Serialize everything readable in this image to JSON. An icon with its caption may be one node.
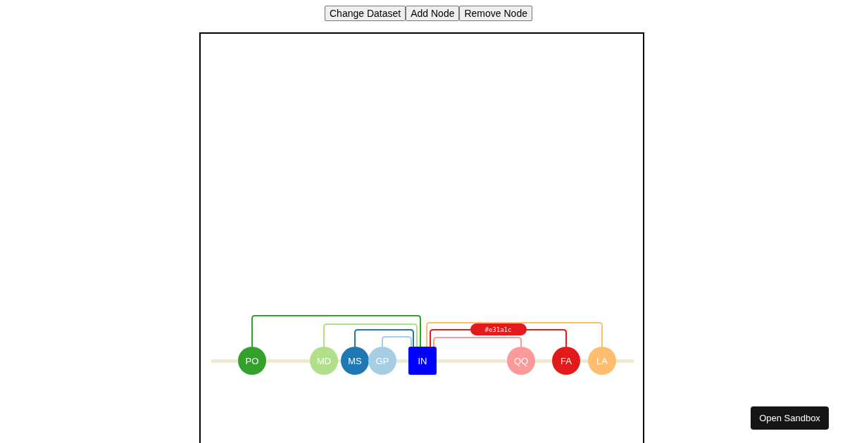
{
  "diagram": {
    "nodes": [
      {
        "text": [
          "PO"
        ]
      },
      {
        "text": [
          "MD"
        ]
      },
      {
        "text": [
          "MS"
        ]
      },
      {
        "text": [
          "GP"
        ]
      },
      {
        "text": [
          "IN"
        ]
      },
      {
        "text": [
          "QQ"
        ]
      },
      {
        "text": [
          "FA"
        ]
      },
      {
        "text": [
          "LA"
        ]
      }
    ],
    "edges": [
      {
        "from": 0,
        "to": 4,
        "arrow": "none",
        "color": "#33a02c"
      },
      {
        "from": 1,
        "to": 4,
        "arrow": "none",
        "color": "#b2df8a"
      },
      {
        "from": 2,
        "to": 4,
        "arrow": "none",
        "color": "#1f78b4"
      },
      {
        "from": 3,
        "to": 4,
        "arrow": "none",
        "color": "#a6cee3"
      },
      {
        "from": 4,
        "to": 7,
        "arrow": "none",
        "color": "#fdbf6f"
      },
      {
        "from": 4,
        "to": 6,
        "arrow": "none",
        "color": "#e31a1c",
        "label": "#e31a1c"
      },
      {
        "from": 4,
        "to": 5,
        "arrow": "none",
        "color": "#fb9a99"
      }
    ],
    "labels": [
      "Change Dataset",
      "Add Node",
      "Remove Node",
      "Open Sandbox"
    ]
  }
}
